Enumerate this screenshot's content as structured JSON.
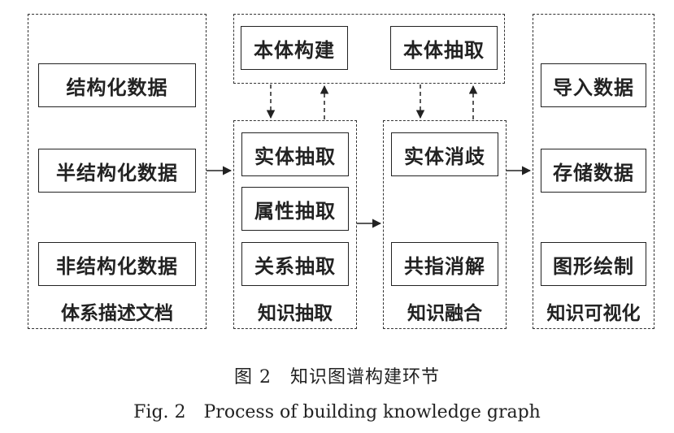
{
  "groups": {
    "source": {
      "label": "体系描述文档",
      "items": [
        "结构化数据",
        "半结构化数据",
        "非结构化数据"
      ]
    },
    "ontology": {
      "items": [
        "本体构建",
        "本体抽取"
      ]
    },
    "extraction": {
      "label": "知识抽取",
      "items": [
        "实体抽取",
        "属性抽取",
        "关系抽取"
      ]
    },
    "fusion": {
      "label": "知识融合",
      "items": [
        "实体消歧",
        "共指消解"
      ]
    },
    "visualization": {
      "label": "知识可视化",
      "items": [
        "导入数据",
        "存储数据",
        "图形绘制"
      ]
    }
  },
  "caption": {
    "cn": "图 2　知识图谱构建环节",
    "en": "Fig. 2　Process of building knowledge graph"
  },
  "colors": {
    "line": "#222222",
    "background": "#ffffff"
  }
}
